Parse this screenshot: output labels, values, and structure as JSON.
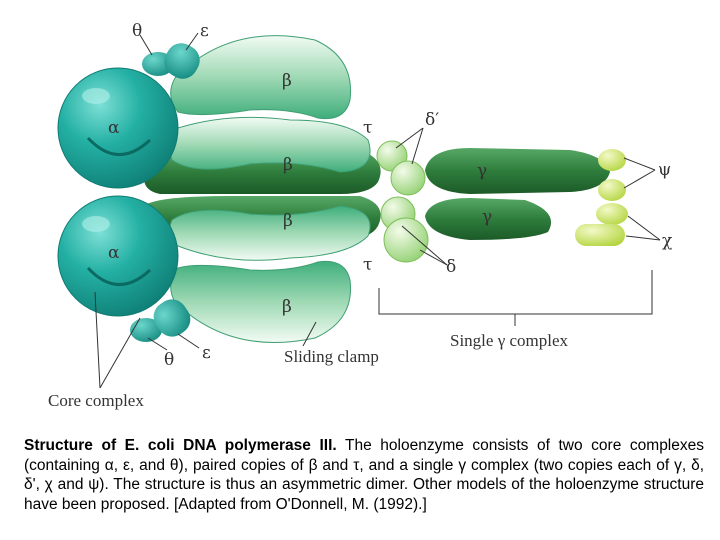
{
  "labels": {
    "theta_top": "θ",
    "epsilon_top": "ε",
    "beta_top_outer": "β",
    "alpha_top": "α",
    "tau_top": "τ",
    "delta_prime": "δ′",
    "beta_top_inner": "β",
    "gamma_top": "γ",
    "psi": "ψ",
    "alpha_bottom": "α",
    "beta_bottom_inner": "β",
    "gamma_bottom": "γ",
    "chi": "χ",
    "tau_bottom": "τ",
    "delta": "δ",
    "beta_bottom_outer": "β",
    "theta_bottom": "θ",
    "epsilon_bottom": "ε",
    "sliding_clamp": "Sliding clamp",
    "single_gamma_complex": "Single γ complex",
    "core_complex": "Core complex"
  },
  "caption": {
    "title": "Structure of E. coli DNA polymerase III.",
    "body": "The holoenzyme consists of two core complexes (containing α, ε, and θ), paired copies of β and τ, and a single γ complex (two copies each of γ, δ, δ', χ and ψ). The structure is thus an asymmetric dimer. Other models of the holoenzyme structure have been proposed. [Adapted from O'Donnell, M. (1992).]"
  },
  "colors": {
    "alpha": "#1ea59a",
    "theta_epsilon": "#1c9d92",
    "beta": "#6bc69d",
    "tau_gamma": "#2e7d3c",
    "delta": "#a7dd88",
    "psi_chi": "#c4e35a",
    "text": "#333333"
  }
}
